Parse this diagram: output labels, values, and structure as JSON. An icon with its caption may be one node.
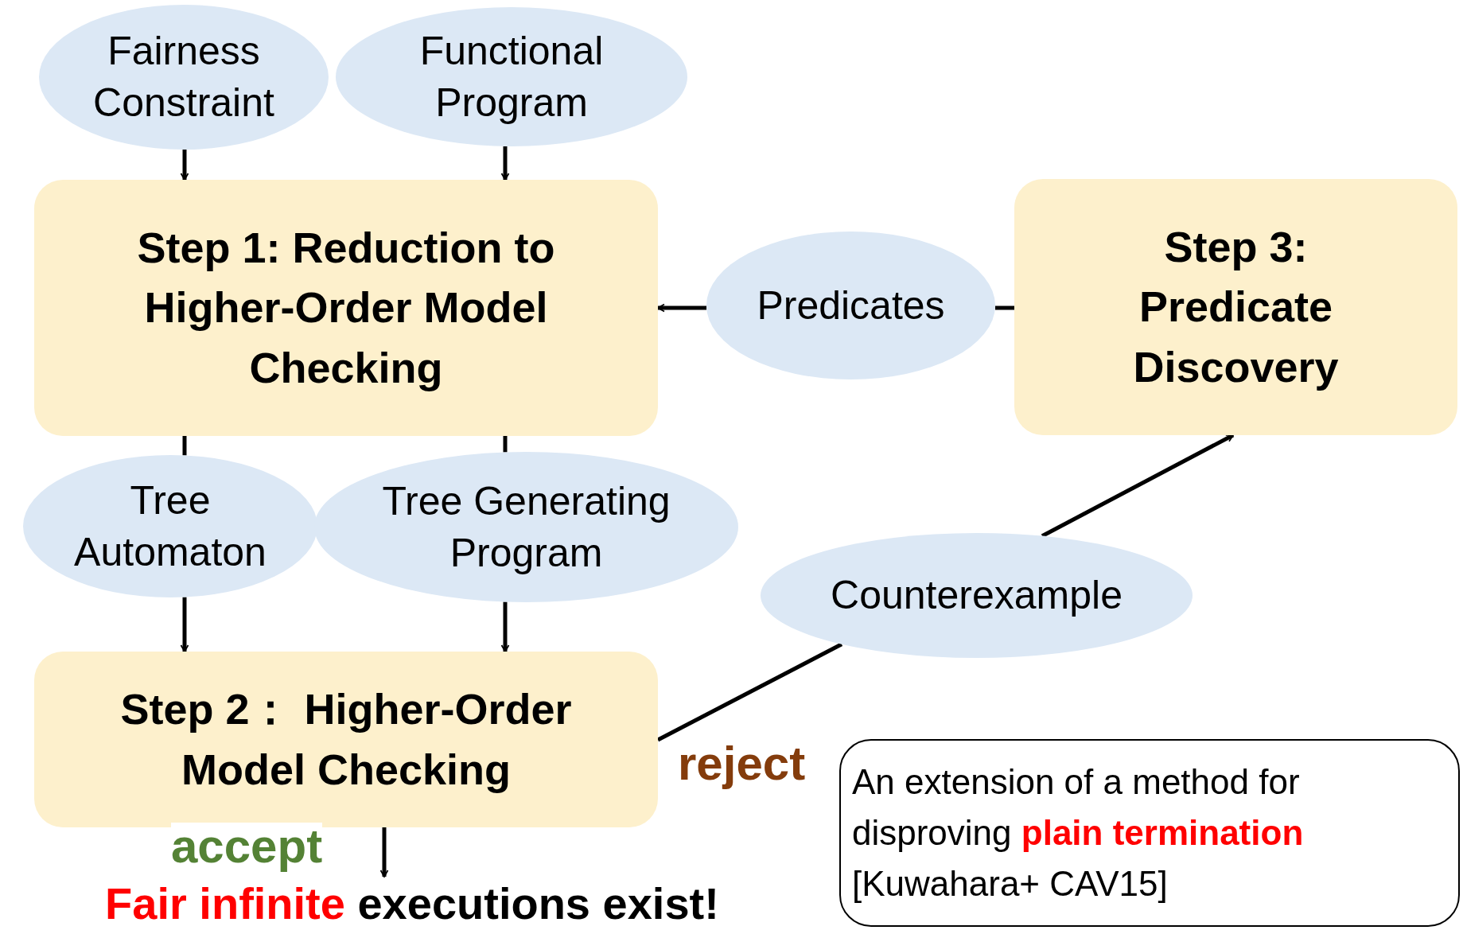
{
  "diagram": {
    "nodes": [
      {
        "text": [
          "Fairness Constraint"
        ]
      },
      {
        "text": [
          "Functional Program"
        ]
      },
      {
        "text": [
          "Step 1: Reduction to Higher-Order Model Checking"
        ]
      },
      {
        "text": [
          "Predicates"
        ]
      },
      {
        "text": [
          "Step 3: Predicate Discovery"
        ]
      },
      {
        "text": [
          "Tree Automaton"
        ]
      },
      {
        "text": [
          "Tree Generating Program"
        ]
      },
      {
        "text": [
          "Counterexample"
        ]
      },
      {
        "text": [
          "Step 2： Higher-Order Model Checking"
        ]
      },
      {
        "text": [
          "**Fair infinite** executions exist!"
        ]
      },
      {
        "text": [
          "An extension of a method for disproving **plain termination** [Kuwahara+ CAV15]"
        ]
      }
    ],
    "edges": [
      {
        "from": 0,
        "to": 2,
        "arrow": "to"
      },
      {
        "from": 1,
        "to": 2,
        "arrow": "to"
      },
      {
        "from": 4,
        "to": 3,
        "arrow": "none"
      },
      {
        "from": 3,
        "to": 2,
        "arrow": "to"
      },
      {
        "from": 2,
        "to": 5,
        "arrow": "none"
      },
      {
        "from": 5,
        "to": 8,
        "arrow": "to"
      },
      {
        "from": 2,
        "to": 6,
        "arrow": "none"
      },
      {
        "from": 6,
        "to": 8,
        "arrow": "to"
      },
      {
        "from": 8,
        "to": 7,
        "arrow": "none",
        "label": "reject"
      },
      {
        "from": 7,
        "to": 4,
        "arrow": "to"
      },
      {
        "from": 8,
        "to": 9,
        "arrow": "to",
        "label": "accept"
      }
    ]
  }
}
